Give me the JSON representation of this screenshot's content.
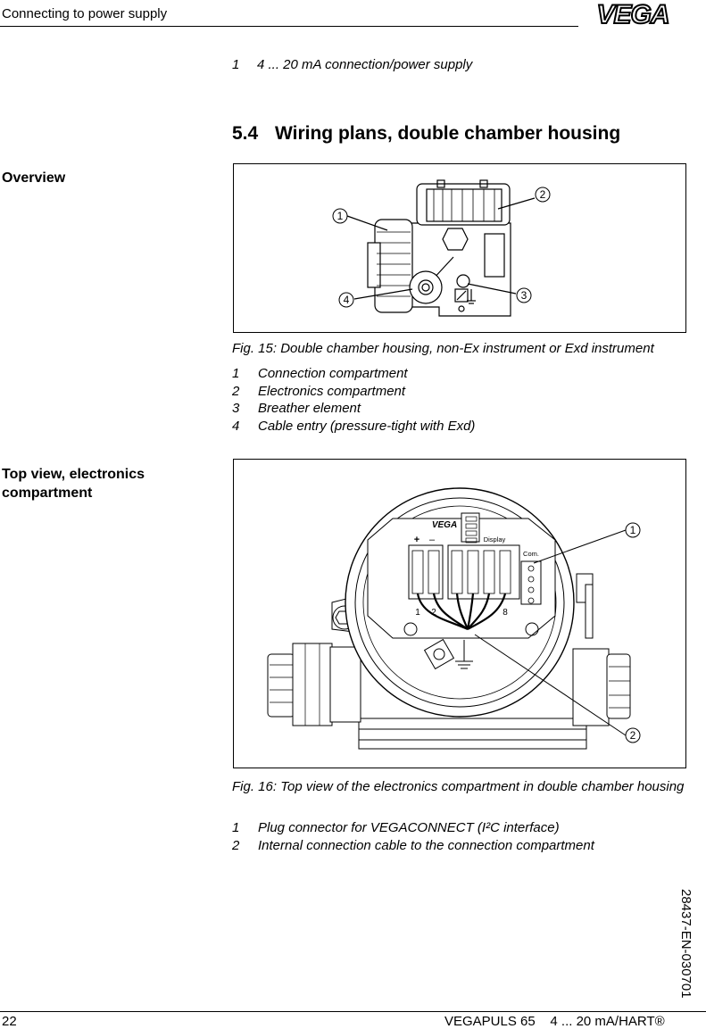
{
  "header": {
    "title": "Connecting to power supply",
    "logo_text": "VEGA"
  },
  "top_item": {
    "num": "1",
    "text": "4 ... 20 mA connection/power supply"
  },
  "section": {
    "number": "5.4",
    "title": "Wiring plans, double chamber housing"
  },
  "overview": {
    "side_label": "Overview",
    "callouts": [
      "1",
      "2",
      "3",
      "4"
    ],
    "caption": "Fig. 15: Double chamber housing, non-Ex instrument or Exd instrument",
    "legend": [
      {
        "num": "1",
        "text": "Connection compartment"
      },
      {
        "num": "2",
        "text": "Electronics compartment"
      },
      {
        "num": "3",
        "text": "Breather element"
      },
      {
        "num": "4",
        "text": "Cable entry (pressure-tight with Exd)"
      }
    ]
  },
  "topview": {
    "side_label_1": "Top view, electronics",
    "side_label_2": "compartment",
    "callouts": [
      "1",
      "2"
    ],
    "board": {
      "brand": "VEGA",
      "display": "Display",
      "com": "Com.",
      "plus": "+",
      "minus": "–",
      "term_1": "1",
      "term_2": "2",
      "term_8": "8"
    },
    "caption": "Fig. 16: Top view of the electronics compartment in double chamber housing",
    "legend": [
      {
        "num": "1",
        "text": "Plug connector for VEGACONNECT (I²C interface)"
      },
      {
        "num": "2",
        "text": "Internal connection cable to the connection compartment"
      }
    ]
  },
  "side_code": "28437-EN-030701",
  "footer": {
    "page": "22",
    "product": "VEGAPULS 65",
    "variant": "4 ... 20 mA/HART®"
  }
}
